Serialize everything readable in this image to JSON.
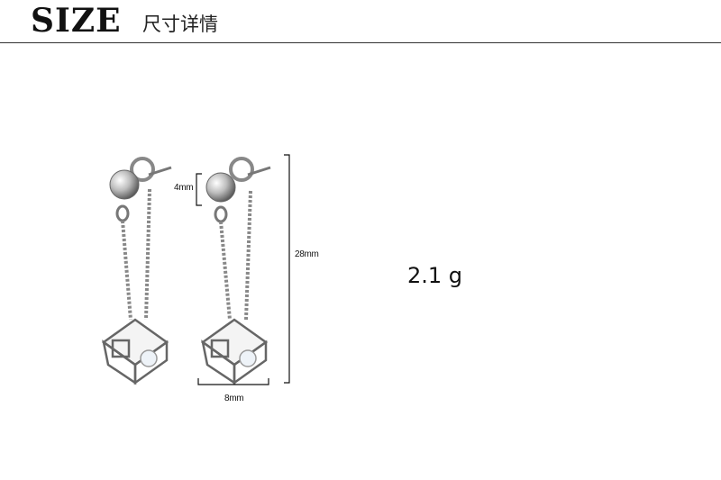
{
  "header": {
    "title": "SIZE",
    "subtitle": "尺寸详情"
  },
  "dimensions": {
    "ball_size": "4mm",
    "total_length": "28mm",
    "cube_width": "8mm"
  },
  "weight": "2.1 g",
  "product": {
    "image": "earring-pair-icon",
    "metal_color": "#c8c8c8",
    "stone_color": "#eef3f8"
  }
}
